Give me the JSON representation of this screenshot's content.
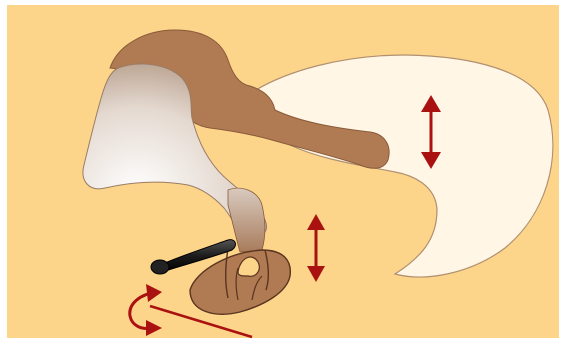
{
  "diagram": {
    "colors": {
      "background": "#fdd58a",
      "frame": "#ffffff",
      "bone": "#b07a53",
      "bone_outline": "#8a5a3a",
      "cartilage": "#fff6e6",
      "cartilage_outline": "#b09070",
      "arrow": "#aa1111",
      "hammer": "#222222"
    },
    "parts": [
      {
        "id": "eardrum",
        "label": ""
      },
      {
        "id": "hammer-malleus",
        "label": ""
      },
      {
        "id": "anvil-incus",
        "label": ""
      },
      {
        "id": "stirrup-stapes",
        "label": ""
      },
      {
        "id": "reflex-hammer",
        "label": ""
      }
    ]
  }
}
